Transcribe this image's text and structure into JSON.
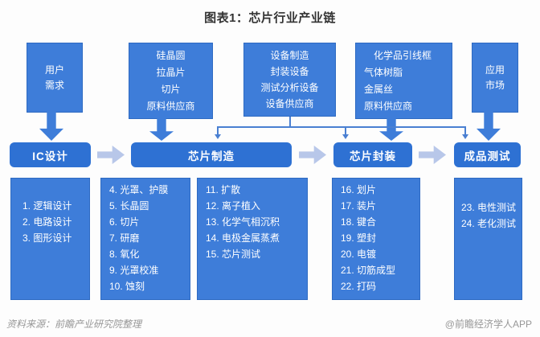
{
  "title": "图表1：芯片行业产业链",
  "colors": {
    "box_blue": "#3e7dd9",
    "box_border_blue": "#2e6ac2",
    "stage_blue": "#2e71d3",
    "chevron_light_blue": "#b8c7e9",
    "connector_blue": "#4a80d2",
    "text_white": "#ffffff",
    "footer_gray": "#979797",
    "title_color": "#333333"
  },
  "top_boxes": [
    {
      "id": "user-demand",
      "lines": [
        "用户",
        "需求"
      ]
    },
    {
      "id": "wafer-material-supplier",
      "lines": [
        "硅晶圆",
        "拉晶片",
        "切片",
        "原料供应商"
      ]
    },
    {
      "id": "equipment-supplier",
      "lines": [
        "设备制造",
        "封装设备",
        "测试分析设备",
        "设备供应商"
      ]
    },
    {
      "id": "packaging-material-supplier",
      "lines": [
        "化学品引线框",
        "气体树脂",
        "金属丝",
        "原料供应商"
      ]
    },
    {
      "id": "application-market",
      "lines": [
        "应用",
        "市场"
      ]
    }
  ],
  "stages": [
    {
      "id": "ic-design",
      "label": "IC设计"
    },
    {
      "id": "chip-manufacturing",
      "label": "芯片制造"
    },
    {
      "id": "chip-packaging",
      "label": "芯片封装"
    },
    {
      "id": "final-testing",
      "label": "成品测试"
    }
  ],
  "process_lists": [
    {
      "stage": "IC设计",
      "items": [
        "1. 逻辑设计",
        "2. 电路设计",
        "3. 图形设计"
      ]
    },
    {
      "stage": "芯片制造",
      "items": [
        "4. 光罩、护膜",
        "5. 长晶圆",
        "6. 切片",
        "7. 研磨",
        "8. 氧化",
        "9. 光罩校准",
        "10. 蚀刻"
      ]
    },
    {
      "stage": "芯片制造",
      "items": [
        "11. 扩散",
        "12. 离子植入",
        "13. 化学气相沉积",
        "14. 电极金属蒸煮",
        "15. 芯片测试"
      ]
    },
    {
      "stage": "芯片封装",
      "items": [
        "16. 划片",
        "17. 装片",
        "18. 键合",
        "19. 塑封",
        "20. 电镀",
        "21. 切筋成型",
        "22. 打码"
      ]
    },
    {
      "stage": "成品测试",
      "items": [
        "23. 电性测试",
        "24. 老化测试"
      ]
    }
  ],
  "footer": {
    "source": "资料来源：前瞻产业研究院整理",
    "credit": "@前瞻经济学人APP"
  }
}
